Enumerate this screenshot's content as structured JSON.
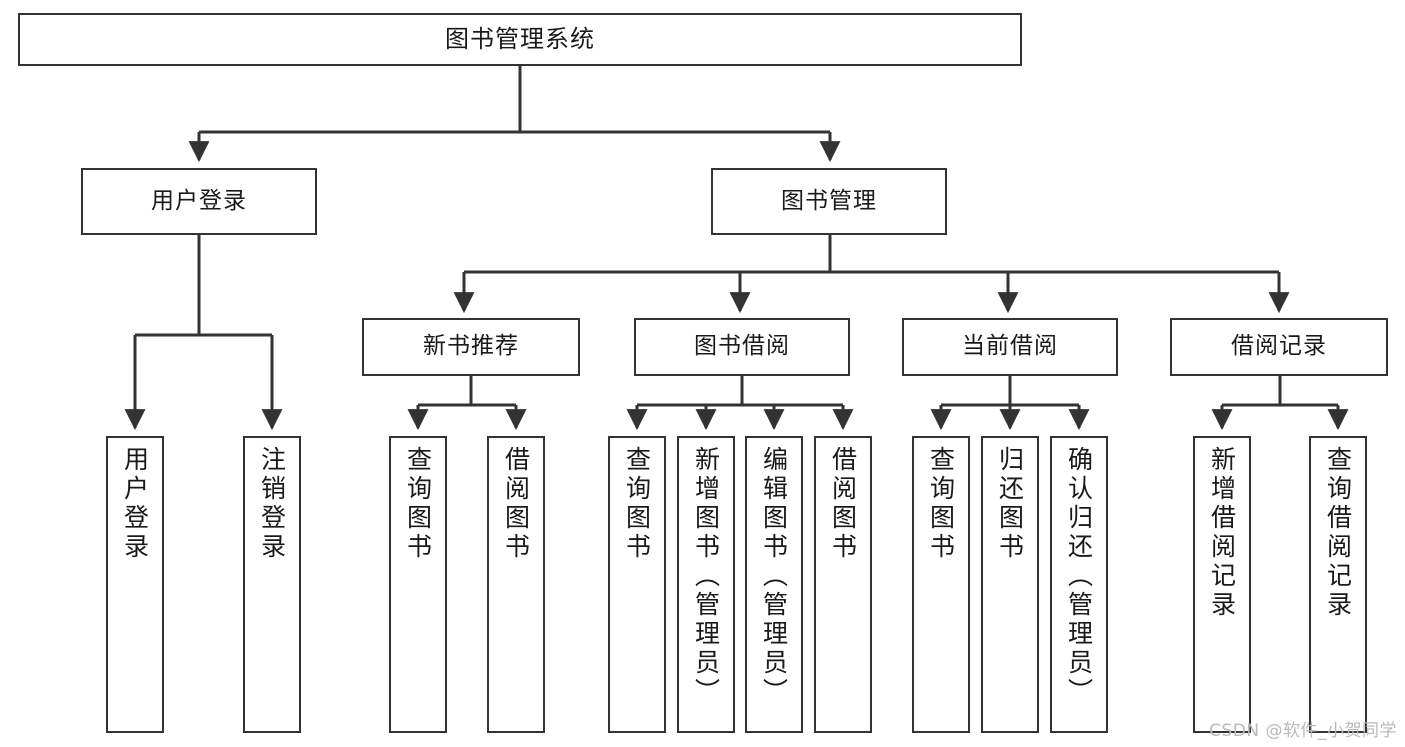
{
  "diagram": {
    "title": "图书管理系统",
    "type": "功能结构图",
    "watermark": "CSDN @软件_小贺同学",
    "colors": {
      "box_border": "#333333",
      "box_fill": "#ffffff",
      "connector": "#333333",
      "text": "#1a1a1a",
      "watermark": "#b9b9b9",
      "background": "#ffffff"
    }
  },
  "nodes": {
    "root": {
      "label": "图书管理系统"
    },
    "level2": [
      {
        "id": "user-login",
        "label": "用户登录"
      },
      {
        "id": "book-management",
        "label": "图书管理"
      }
    ],
    "level3": [
      {
        "id": "new-book-recommend",
        "label": "新书推荐"
      },
      {
        "id": "book-borrow",
        "label": "图书借阅"
      },
      {
        "id": "current-borrow",
        "label": "当前借阅"
      },
      {
        "id": "borrow-record",
        "label": "借阅记录"
      }
    ],
    "leaves": {
      "user-login": [
        {
          "id": "leaf-user-login",
          "label": "用户登录"
        },
        {
          "id": "leaf-user-logout",
          "label": "注销登录"
        }
      ],
      "new-book-recommend": [
        {
          "id": "leaf-query-book-1",
          "label": "查询图书"
        },
        {
          "id": "leaf-borrow-book-1",
          "label": "借阅图书"
        }
      ],
      "book-borrow": [
        {
          "id": "leaf-query-book-2",
          "label": "查询图书"
        },
        {
          "id": "leaf-add-book",
          "label": "新增图书（管理员）"
        },
        {
          "id": "leaf-edit-book",
          "label": "编辑图书（管理员）"
        },
        {
          "id": "leaf-borrow-book-2",
          "label": "借阅图书"
        }
      ],
      "current-borrow": [
        {
          "id": "leaf-query-book-3",
          "label": "查询图书"
        },
        {
          "id": "leaf-return-book",
          "label": "归还图书"
        },
        {
          "id": "leaf-confirm-return",
          "label": "确认归还（管理员）"
        }
      ],
      "borrow-record": [
        {
          "id": "leaf-add-record",
          "label": "新增借阅记录"
        },
        {
          "id": "leaf-query-record",
          "label": "查询借阅记录"
        }
      ]
    }
  }
}
